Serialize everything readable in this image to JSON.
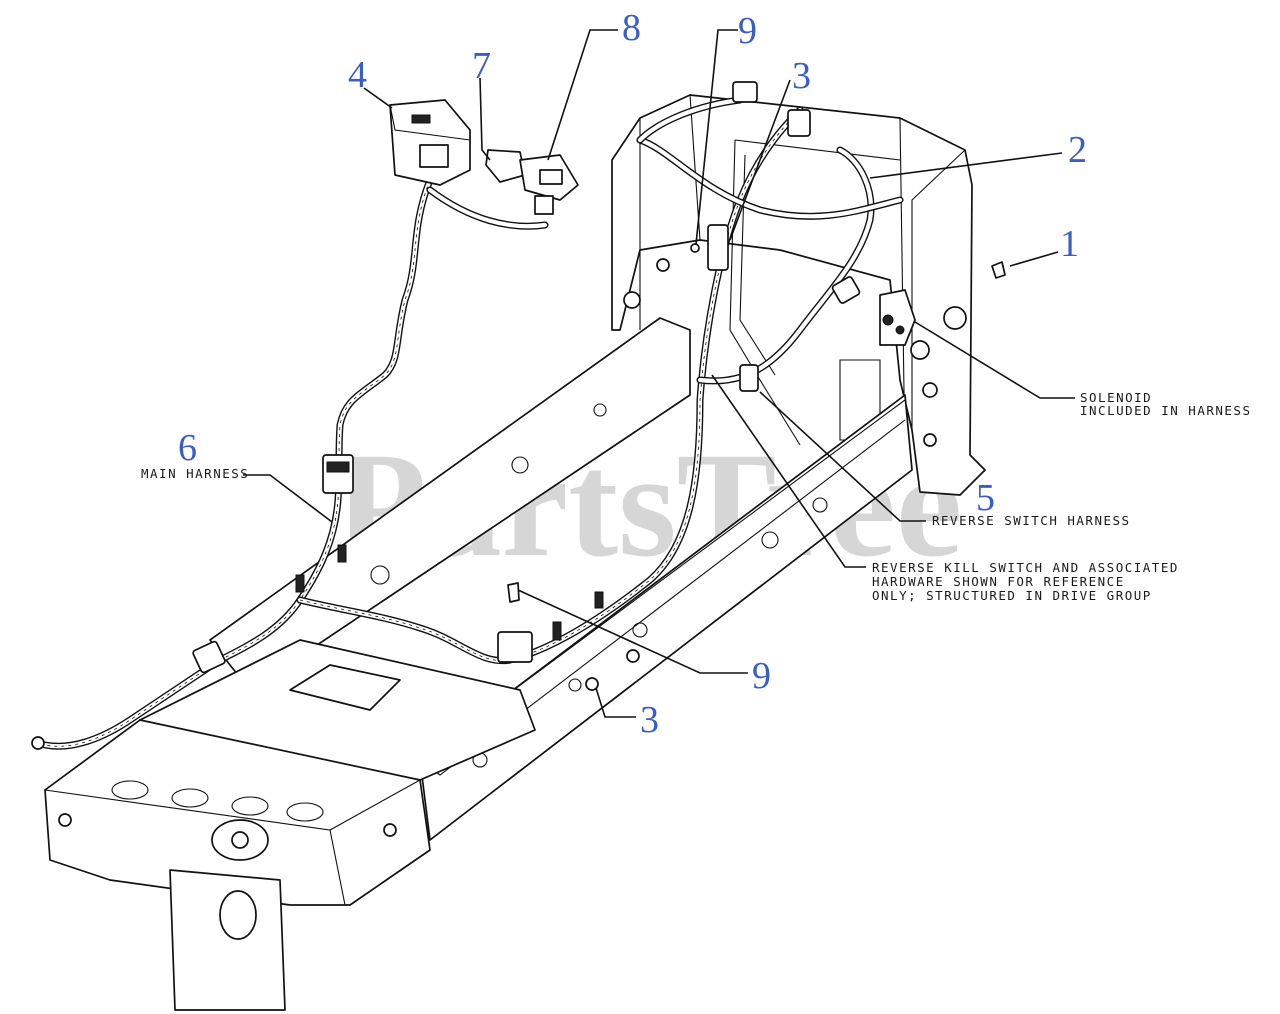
{
  "watermark": "PartsTree",
  "callouts": {
    "c1": "1",
    "c2": "2",
    "c3_top": "3",
    "c3_bottom": "3",
    "c4": "4",
    "c5": "5",
    "c6": "6",
    "c7": "7",
    "c8": "8",
    "c9_top": "9",
    "c9_bottom": "9"
  },
  "notes": {
    "main_harness": "MAIN HARNESS",
    "solenoid_line1": "SOLENOID",
    "solenoid_line2": "INCLUDED IN HARNESS",
    "reverse_switch_harness": "REVERSE SWITCH HARNESS",
    "reverse_kill_line1": "REVERSE KILL SWITCH AND ASSOCIATED",
    "reverse_kill_line2": "HARDWARE SHOWN FOR REFERENCE",
    "reverse_kill_line3": "ONLY; STRUCTURED IN DRIVE GROUP"
  },
  "colors": {
    "callout": "#3a5fc4",
    "linework": "#111111",
    "watermark": "#c9c9c9"
  }
}
